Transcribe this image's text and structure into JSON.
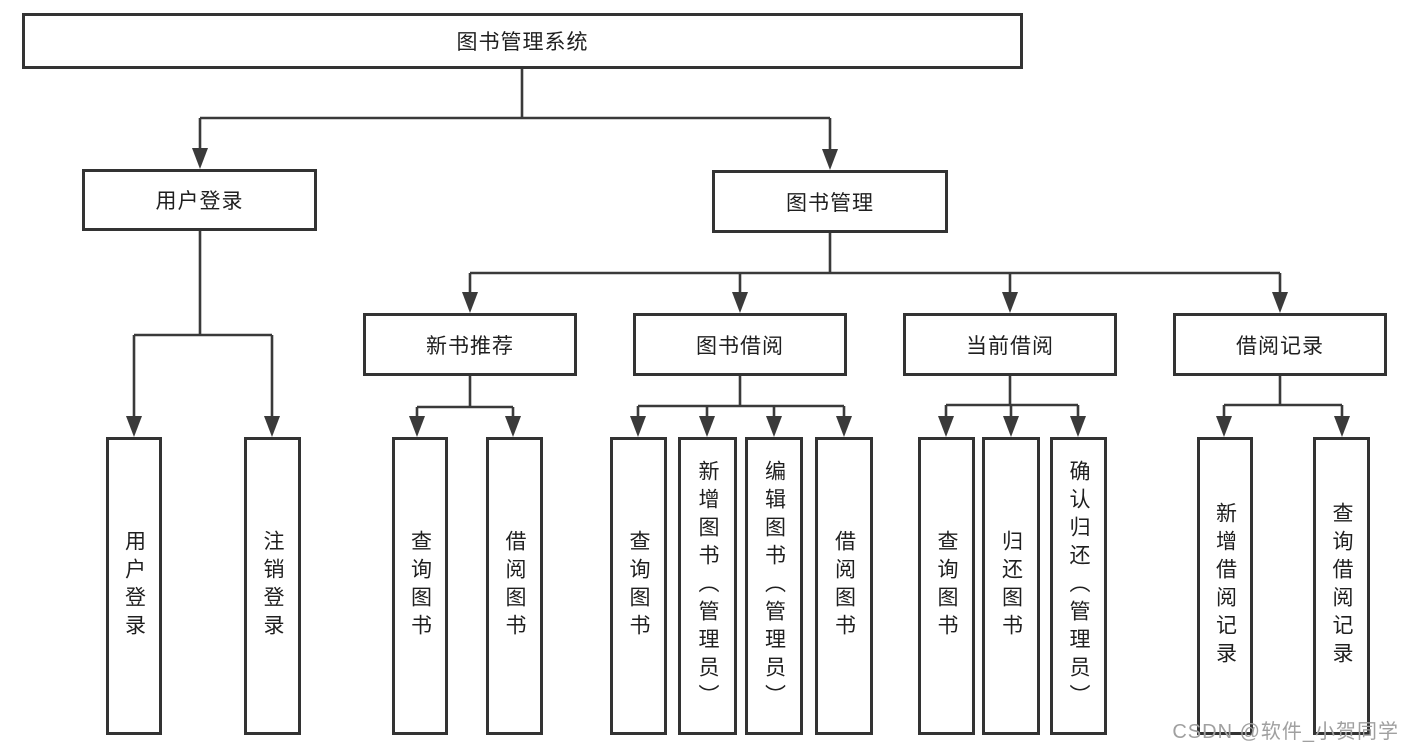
{
  "colors": {
    "line": "#3a3a3a",
    "box_border": "#333333",
    "text": "#1f1f1f",
    "watermark": "#a0a0a0",
    "background": "#ffffff"
  },
  "diagram": {
    "type": "hierarchical-tree",
    "nodes": {
      "root": {
        "label": "图书管理系统"
      },
      "level2": [
        {
          "label": "用户登录"
        },
        {
          "label": "图书管理"
        }
      ],
      "level3": [
        {
          "label": "新书推荐"
        },
        {
          "label": "图书借阅"
        },
        {
          "label": "当前借阅"
        },
        {
          "label": "借阅记录"
        }
      ],
      "leaves": [
        {
          "label": "用户登录",
          "parent": "用户登录"
        },
        {
          "label": "注销登录",
          "parent": "用户登录"
        },
        {
          "label": "查询图书",
          "parent": "新书推荐"
        },
        {
          "label": "借阅图书",
          "parent": "新书推荐"
        },
        {
          "label": "查询图书",
          "parent": "图书借阅"
        },
        {
          "label": "新增图书（管理员）",
          "parent": "图书借阅"
        },
        {
          "label": "编辑图书（管理员）",
          "parent": "图书借阅"
        },
        {
          "label": "借阅图书",
          "parent": "图书借阅"
        },
        {
          "label": "查询图书",
          "parent": "当前借阅"
        },
        {
          "label": "归还图书",
          "parent": "当前借阅"
        },
        {
          "label": "确认归还（管理员）",
          "parent": "当前借阅"
        },
        {
          "label": "新增借阅记录",
          "parent": "借阅记录"
        },
        {
          "label": "查询借阅记录",
          "parent": "借阅记录"
        }
      ]
    },
    "watermark": {
      "text": "CSDN @软件_小贺同学"
    }
  }
}
